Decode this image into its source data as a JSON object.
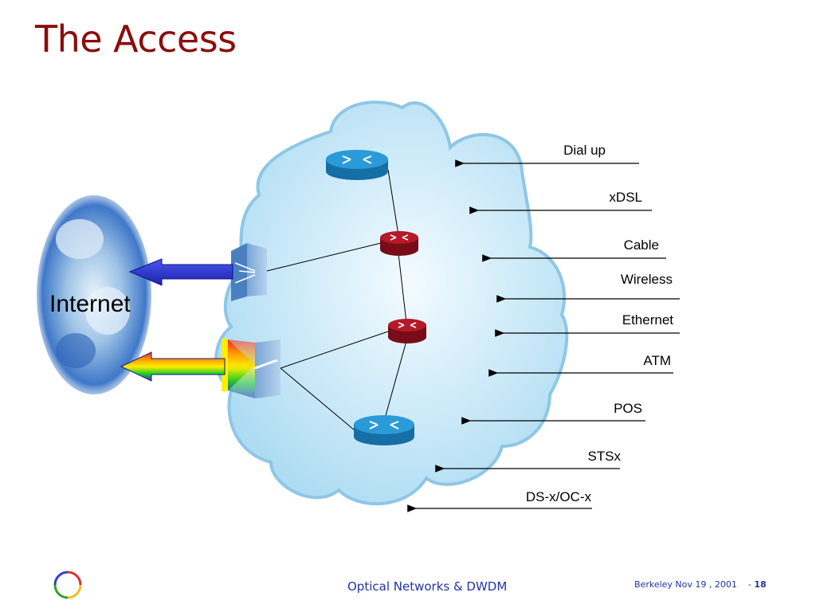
{
  "slide": {
    "title": "The Access",
    "internet_label": "Internet"
  },
  "access_technologies": [
    "Dial up",
    "xDSL",
    "Cable",
    "Wireless",
    "Ethernet",
    "ATM",
    "POS",
    "STSx",
    "DS-x/OC-x"
  ],
  "footer": {
    "center": "Optical Networks & DWDM",
    "date": "Berkeley Nov 19 , 2001",
    "separator": "-",
    "page": "18"
  },
  "colors": {
    "title": "#8b0d0d",
    "cloud_fill": "#bfe3f5",
    "cloud_stroke": "#8ec7e6",
    "router_blue": "#1e8ac8",
    "router_red": "#a01020",
    "arrow_blue": "#2a33cc",
    "footer_text": "#2233aa"
  },
  "icons": [
    "internet-cloud-icon",
    "blue-router-icon",
    "red-router-icon",
    "access-switch-icon",
    "dwdm-prism-icon",
    "logo-ring-icon"
  ]
}
